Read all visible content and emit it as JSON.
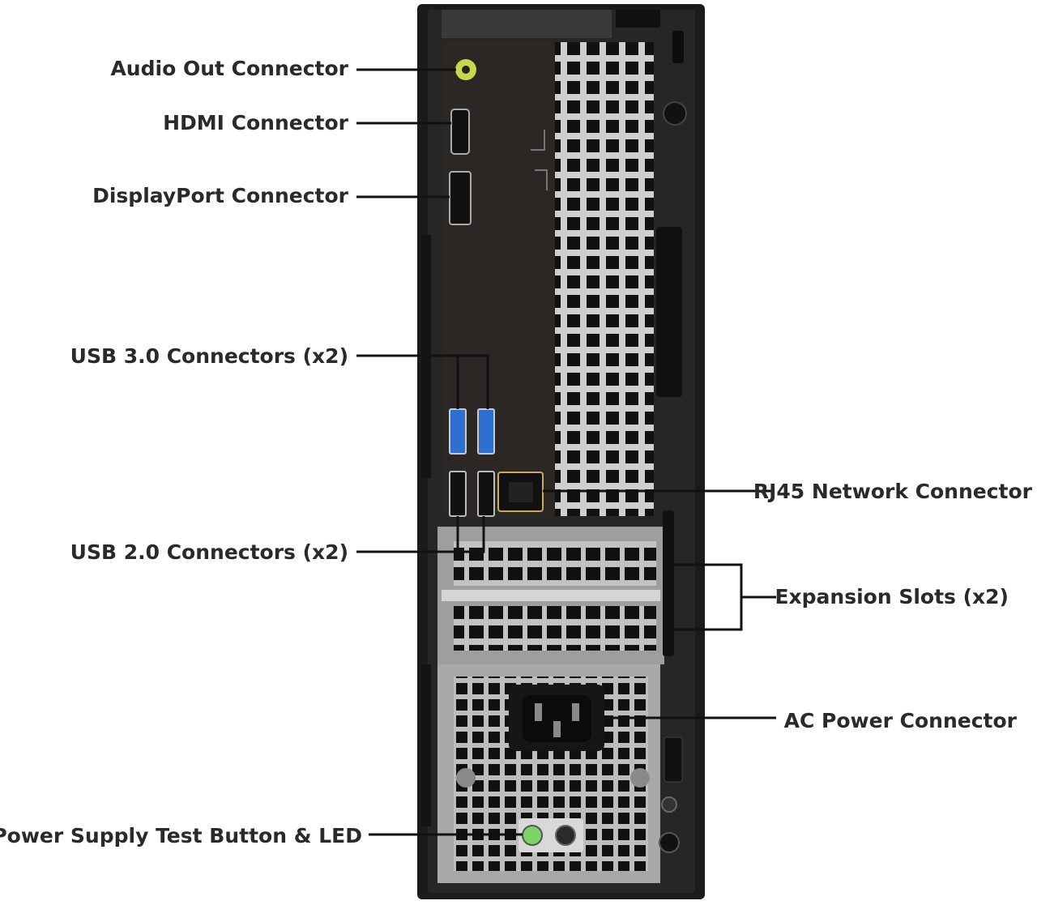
{
  "labels": {
    "audio_out": "Audio Out Connector",
    "hdmi": "HDMI Connector",
    "displayport": "DisplayPort Connector",
    "usb3": "USB 3.0 Connectors (x2)",
    "usb2": "USB 2.0 Connectors (x2)",
    "rj45": "RJ45 Network Connector",
    "expansion": "Expansion Slots (x2)",
    "ac_power": "AC Power Connector",
    "psu_test": "Power Supply Test Button & LED"
  },
  "colors": {
    "chassis": "#1b1b1b",
    "io_panel": "#2a2724",
    "metal": "#c9c9c9",
    "usb3_blue": "#2f6fd1",
    "audio_green": "#c6d94a",
    "led_green": "#7fd36b",
    "leader": "#111111"
  }
}
